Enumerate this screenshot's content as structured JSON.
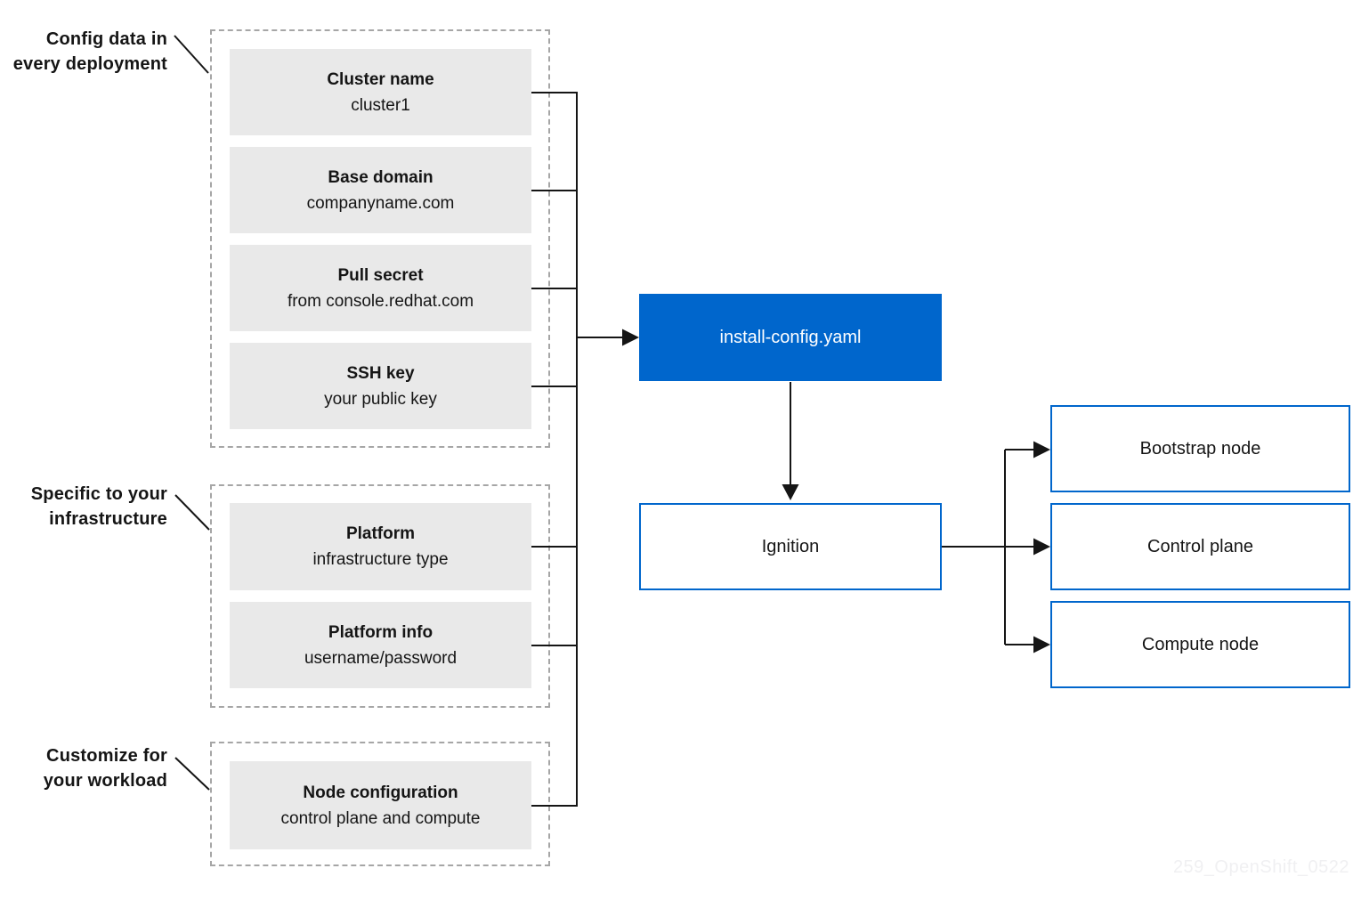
{
  "colors": {
    "accent_blue": "#0066cc",
    "box_fill": "#e9e9e9",
    "dashed_border": "#a6a6a6",
    "line_black": "#151515",
    "watermark_gray": "#f0f0f2"
  },
  "groups": [
    {
      "label_line1": "Config data in",
      "label_line2": "every deployment",
      "items": [
        {
          "title": "Cluster name",
          "subtitle": "cluster1"
        },
        {
          "title": "Base domain",
          "subtitle": "companyname.com"
        },
        {
          "title": "Pull secret",
          "subtitle": "from console.redhat.com"
        },
        {
          "title": "SSH key",
          "subtitle": "your public key"
        }
      ]
    },
    {
      "label_line1": "Specific to your",
      "label_line2": "infrastructure",
      "items": [
        {
          "title": "Platform",
          "subtitle": "infrastructure type"
        },
        {
          "title": "Platform info",
          "subtitle": "username/password"
        }
      ]
    },
    {
      "label_line1": "Customize for",
      "label_line2": "your workload",
      "items": [
        {
          "title": "Node configuration",
          "subtitle": "control plane and compute"
        }
      ]
    }
  ],
  "center": {
    "install_config_label": "install-config.yaml",
    "ignition_label": "Ignition"
  },
  "outputs": [
    {
      "label": "Bootstrap node"
    },
    {
      "label": "Control plane"
    },
    {
      "label": "Compute node"
    }
  ],
  "edges": [
    {
      "from": "Cluster name",
      "to": "install-config.yaml"
    },
    {
      "from": "Base domain",
      "to": "install-config.yaml"
    },
    {
      "from": "Pull secret",
      "to": "install-config.yaml"
    },
    {
      "from": "SSH key",
      "to": "install-config.yaml"
    },
    {
      "from": "Platform",
      "to": "install-config.yaml"
    },
    {
      "from": "Platform info",
      "to": "install-config.yaml"
    },
    {
      "from": "Node configuration",
      "to": "install-config.yaml"
    },
    {
      "from": "install-config.yaml",
      "to": "Ignition"
    },
    {
      "from": "Ignition",
      "to": "Bootstrap node"
    },
    {
      "from": "Ignition",
      "to": "Control plane"
    },
    {
      "from": "Ignition",
      "to": "Compute node"
    }
  ],
  "watermark": "259_OpenShift_0522"
}
